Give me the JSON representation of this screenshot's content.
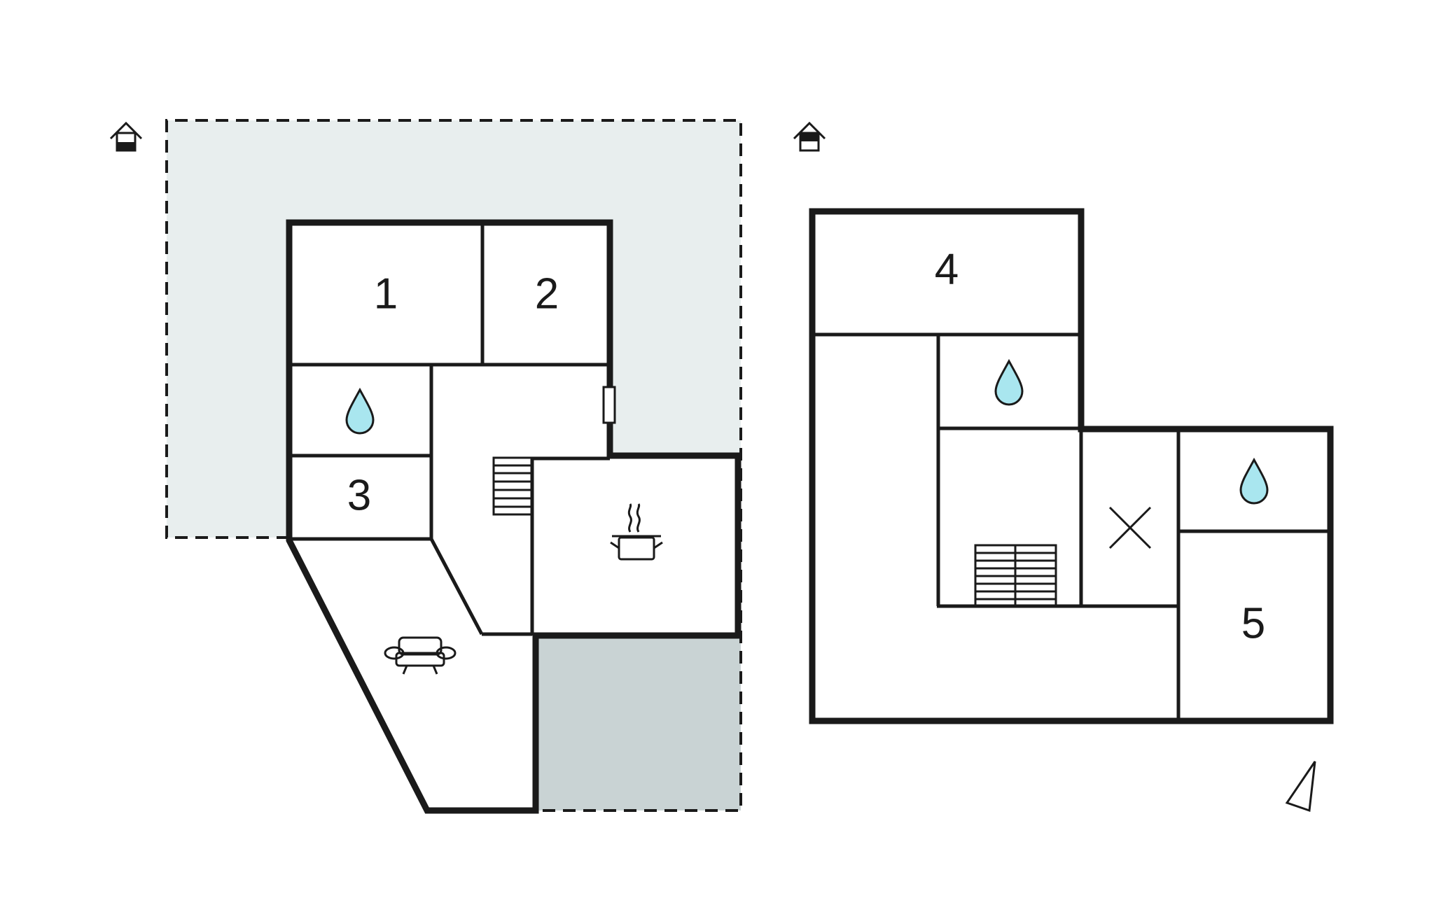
{
  "floor_plan": {
    "floors": [
      {
        "rooms": [
          {
            "id": "room-1",
            "label": "1"
          },
          {
            "id": "room-2",
            "label": "2"
          },
          {
            "id": "room-3",
            "label": "3"
          }
        ],
        "icons": [
          "bathroom-drop-icon",
          "stairs-icon",
          "kitchen-pot-icon",
          "sofa-icon",
          "window-icon",
          "floor-house-icon"
        ],
        "areas": [
          "terrace-area",
          "garage-area"
        ]
      },
      {
        "rooms": [
          {
            "id": "room-4",
            "label": "4"
          },
          {
            "id": "room-5",
            "label": "5"
          }
        ],
        "icons": [
          "bathroom-drop-icon",
          "bathroom-drop-icon",
          "stairs-icon",
          "cross-icon",
          "floor-house-icon"
        ]
      }
    ],
    "compass": "north-arrow-icon",
    "colors": {
      "wall": "#1a1a1a",
      "terrace": "#e8eeee",
      "garage": "#c9d3d4",
      "water": "#a9e6ef"
    }
  }
}
